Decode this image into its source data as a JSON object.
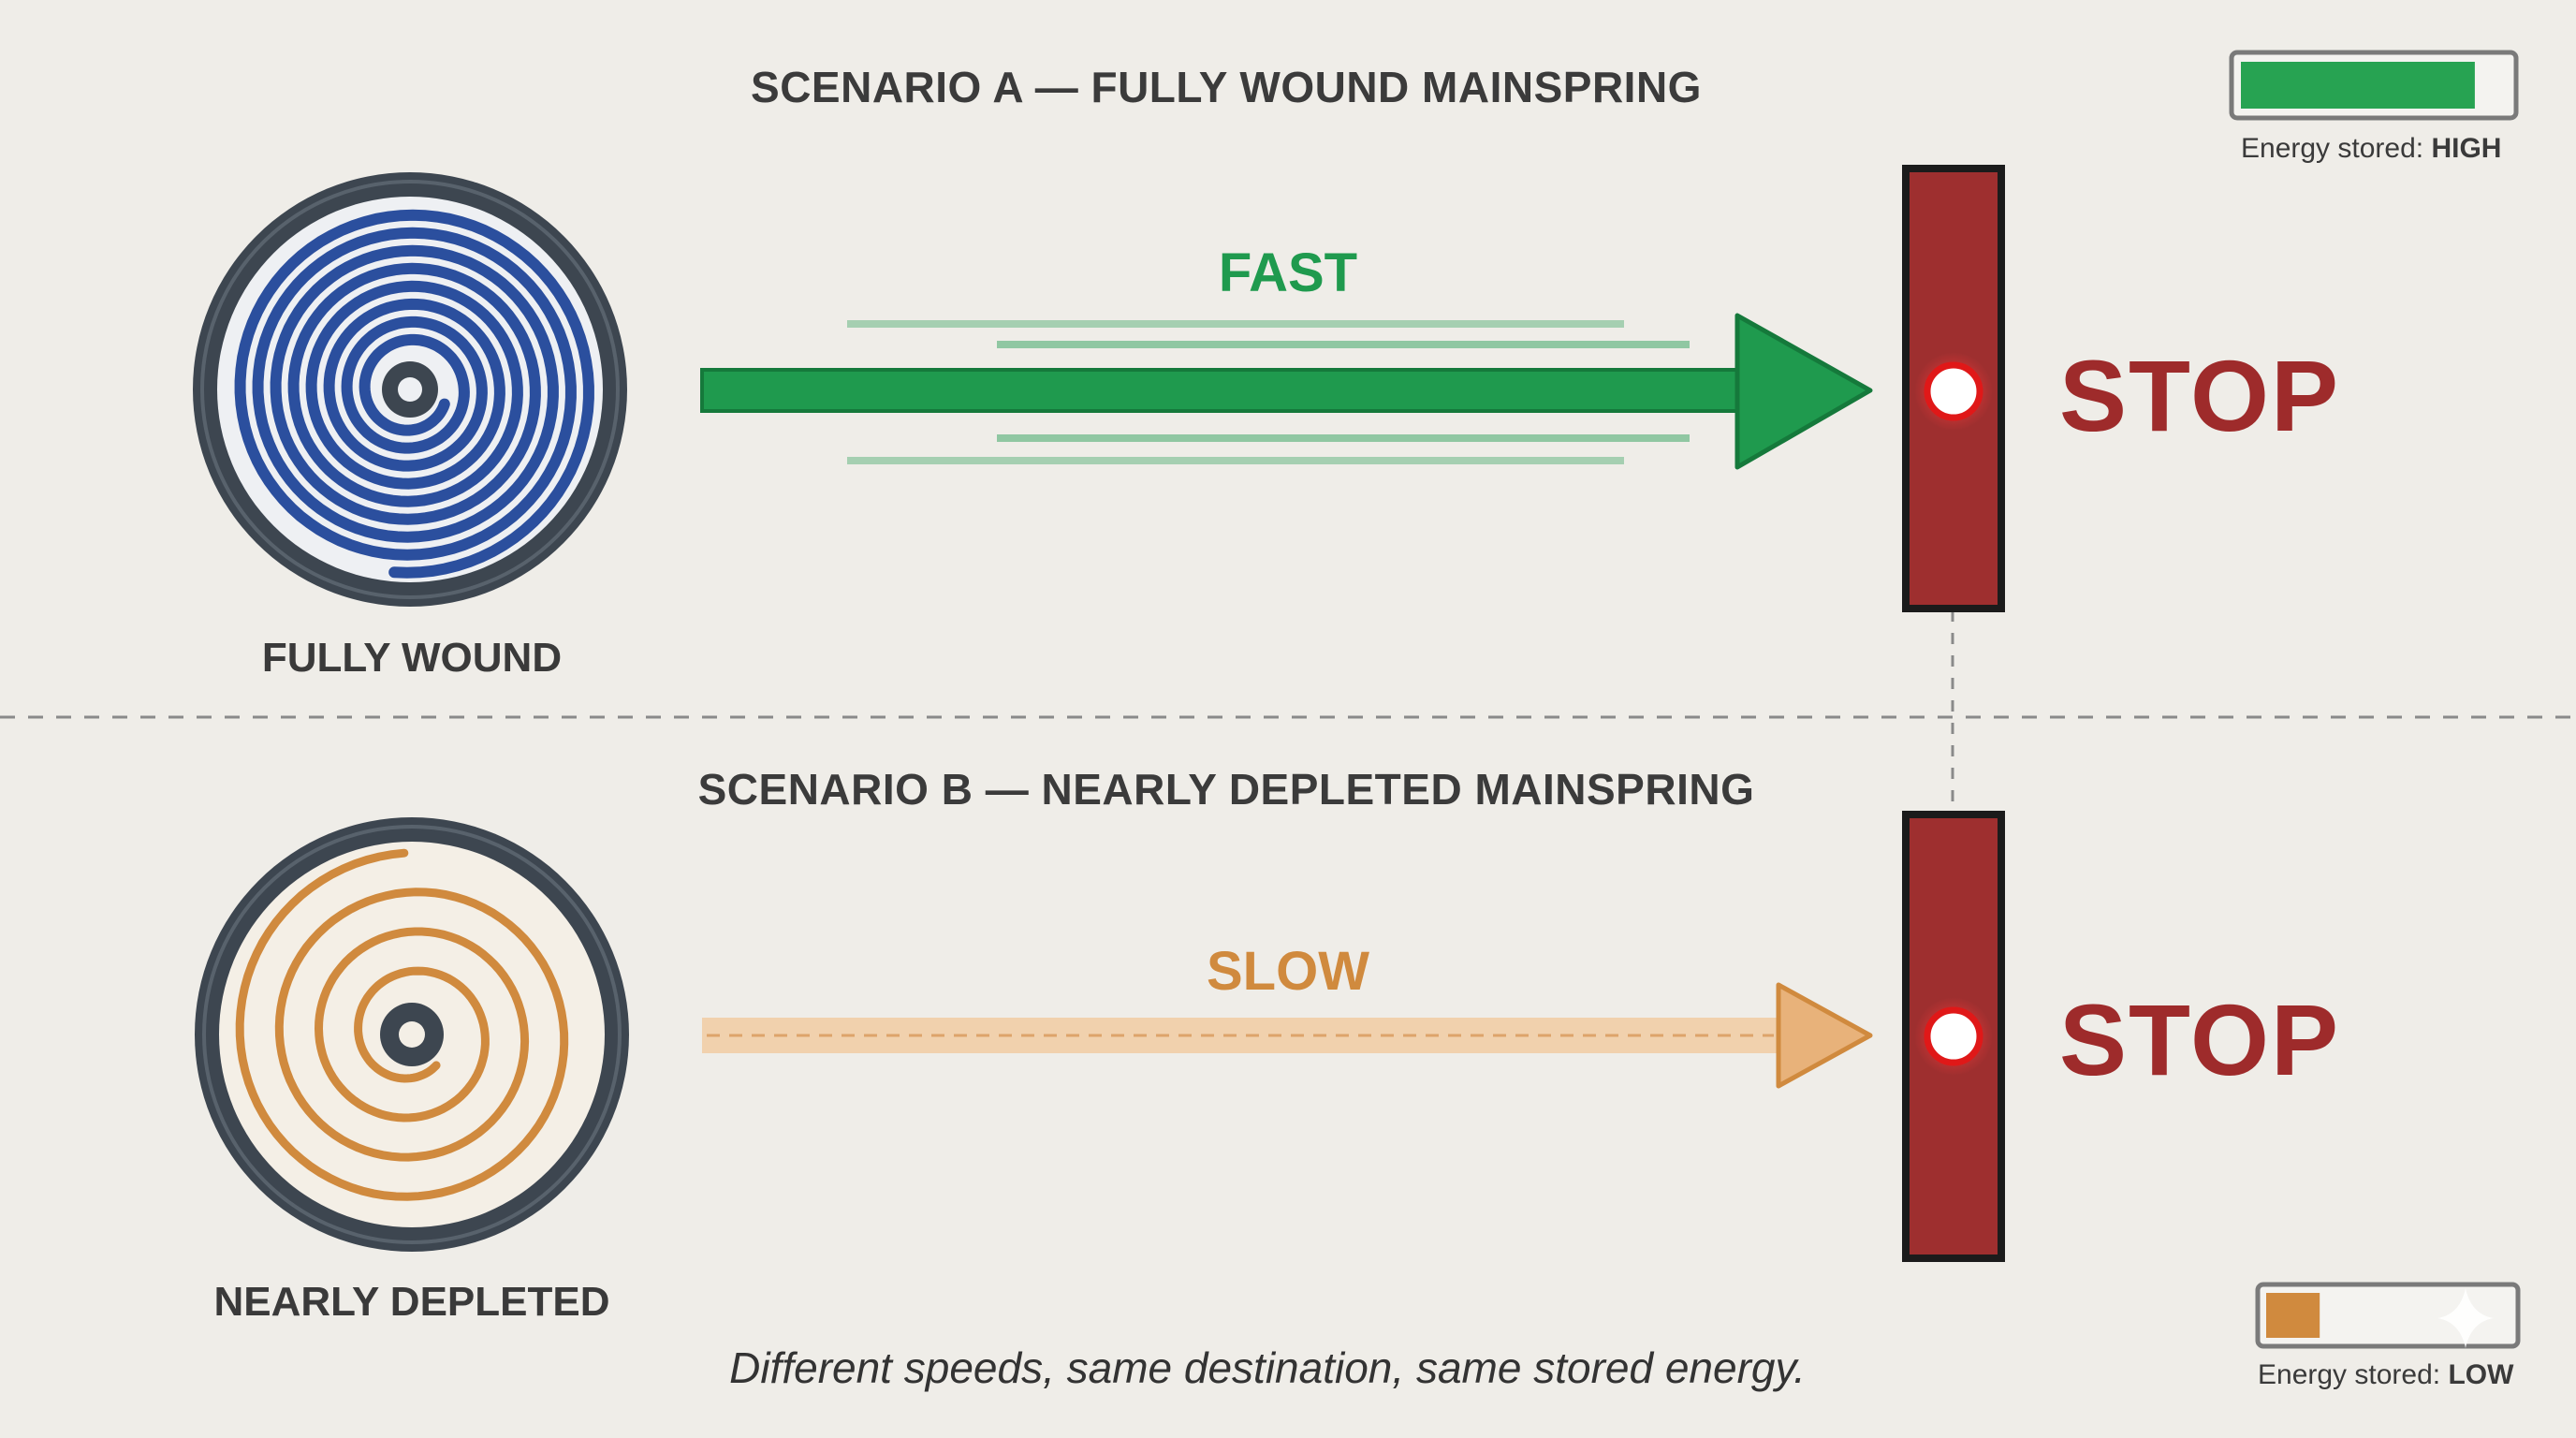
{
  "scenario_a": {
    "title": "SCENARIO A — FULLY WOUND MAINSPRING",
    "spring_label": "FULLY WOUND",
    "speed_label": "FAST",
    "stop_label": "STOP",
    "energy_prefix": "Energy stored:",
    "energy_level": "HIGH",
    "energy_fraction": 0.88,
    "colors": {
      "spring": "#2b4f9e",
      "arrow": "#1f9a4e",
      "meter": "#27a352"
    }
  },
  "scenario_b": {
    "title": "SCENARIO B — NEARLY DEPLETED MAINSPRING",
    "spring_label": "NEARLY DEPLETED",
    "speed_label": "SLOW",
    "stop_label": "STOP",
    "energy_prefix": "Energy stored:",
    "energy_level": "LOW",
    "energy_fraction": 0.22,
    "colors": {
      "spring": "#d08a3e",
      "arrow": "#e3a76d",
      "meter": "#d08a3e"
    }
  },
  "caption": "Different speeds, same destination, same stored energy.",
  "colors": {
    "background": "#efede8",
    "stop_bar": "#9e2f2f",
    "stop_text": "#9e2b2b",
    "ring": "#3d4650"
  }
}
